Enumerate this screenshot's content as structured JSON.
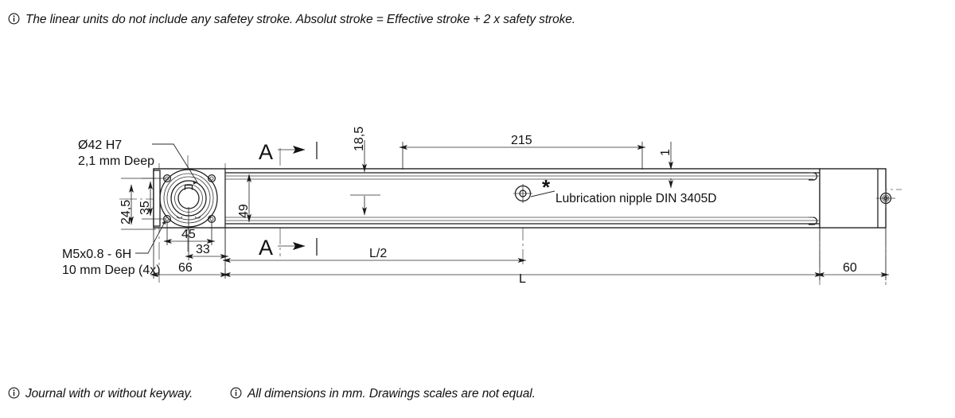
{
  "notes": {
    "top": "The linear units do not include any safetey stroke. Absolut stroke = Effective stroke + 2 x safety stroke.",
    "bottom_left": "Journal with or without keyway.",
    "bottom_right": "All dimensions in mm. Drawings scales are not equal."
  },
  "callouts": {
    "bore": {
      "line1": "Ø42 H7",
      "line2": "2,1 mm Deep"
    },
    "thread": {
      "line1": "M5x0.8 - 6H",
      "line2": "10 mm Deep (4x)"
    },
    "lubrication": {
      "marker": "*",
      "text": "Lubrication nipple DIN 3405D"
    }
  },
  "section_marks": {
    "upper": "A",
    "lower": "A"
  },
  "dimensions": {
    "v_24_5": "24,5",
    "v_35": "35",
    "v_49": "49",
    "v_18_5": "18,5",
    "v_1": "1",
    "h_45": "45",
    "h_33": "33",
    "h_66": "66",
    "h_215": "215",
    "h_60": "60",
    "h_L_half": "L/2",
    "h_L": "L"
  },
  "colors": {
    "line": "#1a1a1a",
    "thin": "#4a4a4a",
    "text": "#111111",
    "background": "#ffffff"
  }
}
